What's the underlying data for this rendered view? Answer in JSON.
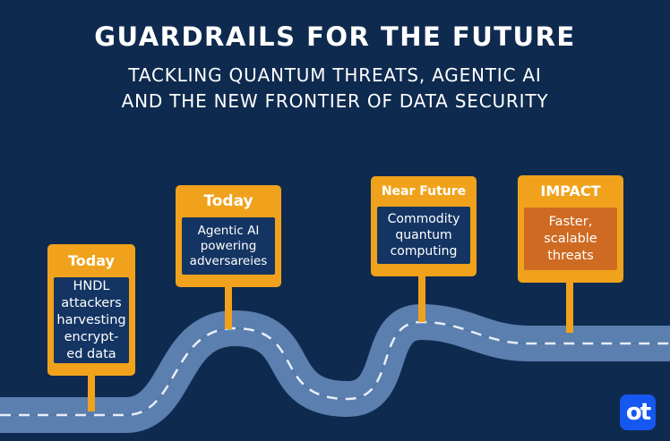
{
  "header": {
    "title": "GUARDRAILS FOR THE FUTURE",
    "subtitle_line1": "TACKLING QUANTUM THREATS, AGENTIC AI",
    "subtitle_line2": "AND THE NEW FRONTIER OF DATA SECURITY"
  },
  "milestones": [
    {
      "label": "Today",
      "lines": [
        "HNDL",
        "attackers",
        "harvesting",
        "encrypt-",
        "ed data"
      ]
    },
    {
      "label": "Today",
      "lines": [
        "Agentic AI",
        "powering",
        "adversareies"
      ]
    },
    {
      "label": "Near Future",
      "lines": [
        "Commodity",
        "quantum",
        "computing"
      ]
    },
    {
      "label": "IMPACT",
      "lines": [
        "Faster,",
        "scalable",
        "threats"
      ]
    }
  ],
  "logo": {
    "text": "ot"
  },
  "colors": {
    "background": "#0f2a4f",
    "card_frame": "#f0a21c",
    "card_body": "#143563",
    "impact_body": "#cf6a22",
    "road": "#5b7fae",
    "logo_bg": "#1557f0"
  }
}
